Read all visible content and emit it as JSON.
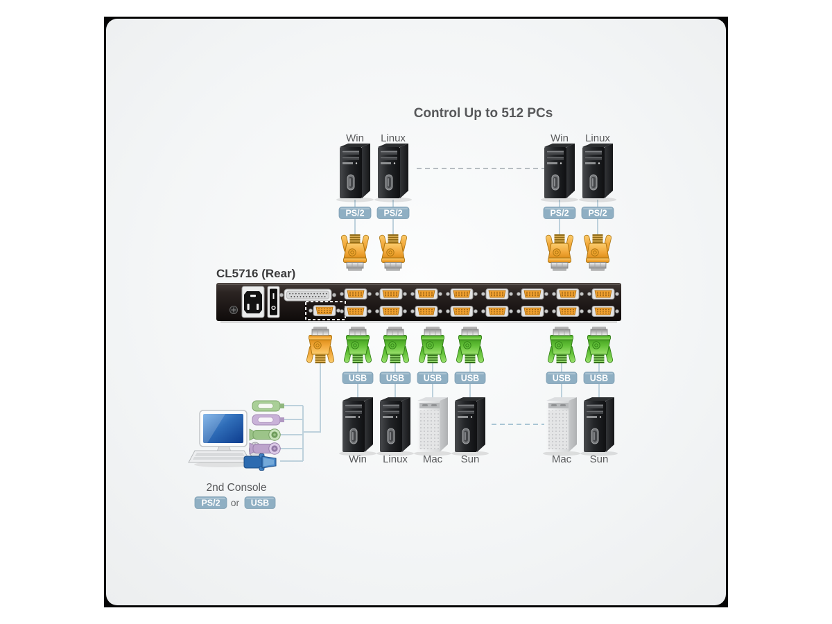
{
  "title": "Control Up to 512 PCs",
  "device": {
    "label": "CL5716 (Rear)"
  },
  "top_computers": [
    "Win",
    "Linux",
    "Win",
    "Linux"
  ],
  "top_badges": [
    "PS/2",
    "PS/2",
    "PS/2",
    "PS/2"
  ],
  "bottom_computers": [
    {
      "label": "Win",
      "style": "dark"
    },
    {
      "label": "Linux",
      "style": "dark"
    },
    {
      "label": "Mac",
      "style": "silver"
    },
    {
      "label": "Sun",
      "style": "dark"
    },
    {
      "label": "Mac",
      "style": "silver"
    },
    {
      "label": "Sun",
      "style": "dark"
    }
  ],
  "bottom_badges": [
    "USB",
    "USB",
    "USB",
    "USB",
    "USB",
    "USB"
  ],
  "console": {
    "label": "2nd Console",
    "ps2_badge": "PS/2",
    "or_text": "or",
    "usb_badge": "USB"
  },
  "ports": {
    "kvm_port_count": 16,
    "rows": 2
  },
  "colors": {
    "badge_blue": "#8fafc3",
    "badge_stroke": "#7d9db2",
    "cable_line": "#bdd1dc",
    "dashed_gray": "#b7bdc2",
    "dashed_blue": "#a9c6d4",
    "connector_orange": "#f0a33a",
    "connector_green": "#5fbe37",
    "vga_port_orange": "#f0a02f",
    "screen_blue": "#2f6db8",
    "label_text": "#57585a",
    "device_text": "#3b3b3c"
  }
}
